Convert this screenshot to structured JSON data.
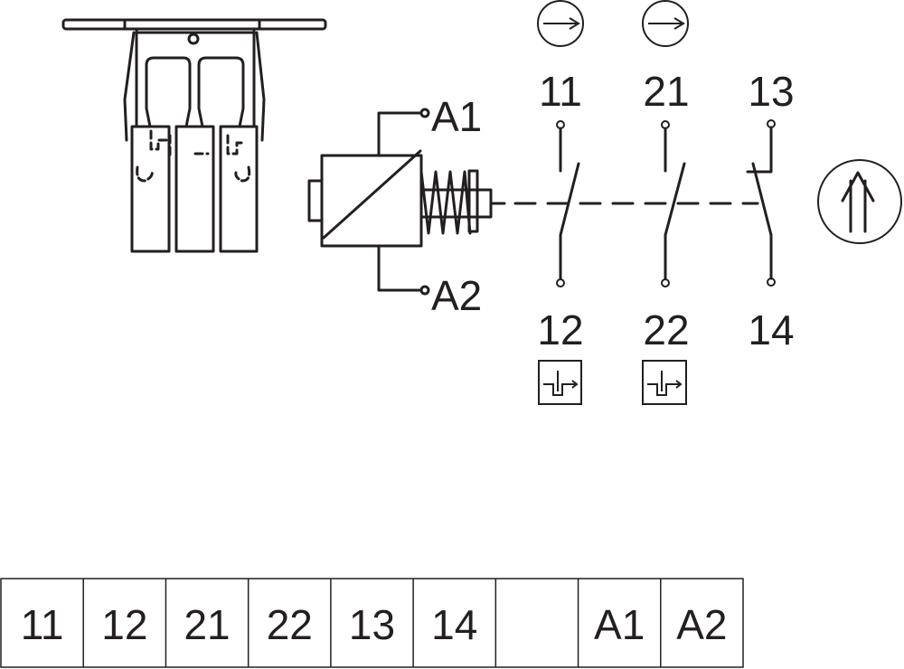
{
  "coil": {
    "a1": "A1",
    "a2": "A2"
  },
  "contacts": [
    {
      "top": "11",
      "bottom": "12",
      "type": "NC"
    },
    {
      "top": "21",
      "bottom": "22",
      "type": "NC"
    },
    {
      "top": "13",
      "bottom": "14",
      "type": "NO"
    }
  ],
  "terminals": [
    "11",
    "12",
    "21",
    "22",
    "13",
    "14",
    "",
    "A1",
    "A2"
  ],
  "colors": {
    "line": "#231f20",
    "background": "#ffffff"
  }
}
